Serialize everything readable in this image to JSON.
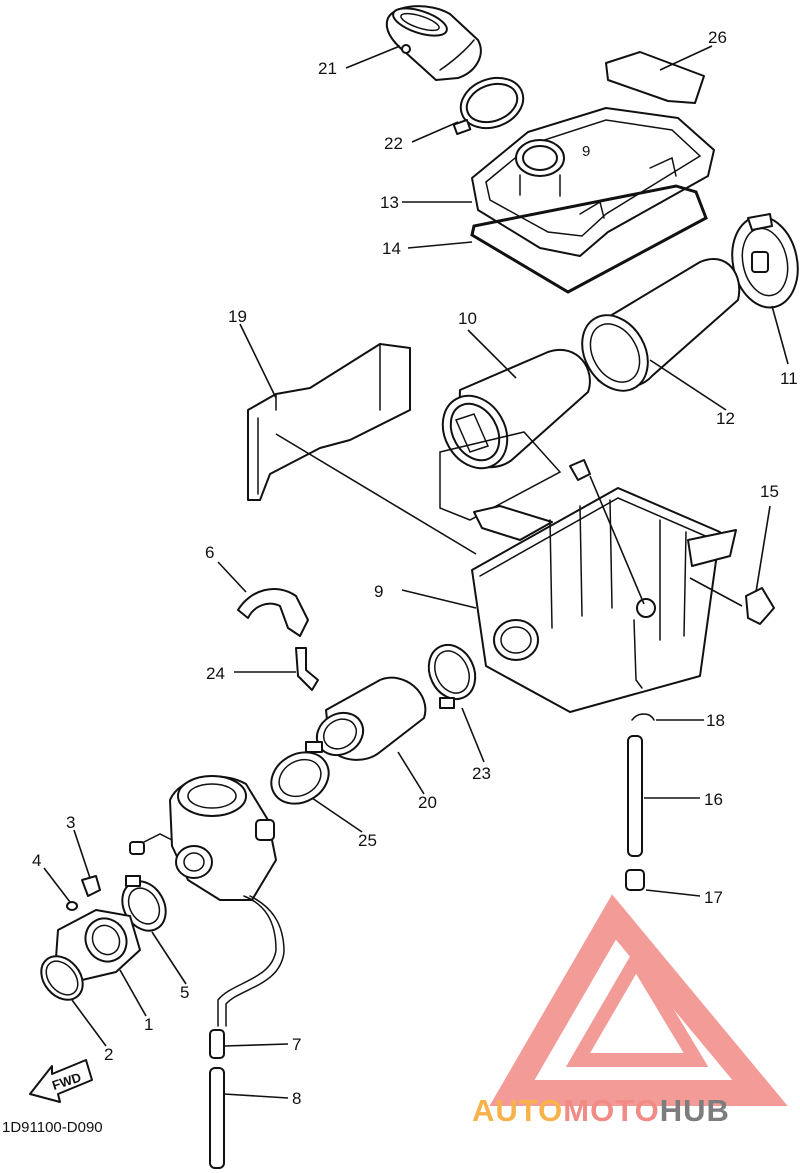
{
  "diagram": {
    "drawing_code": "1D91100-D090",
    "direction_label": "FWD",
    "callouts": [
      "1",
      "2",
      "3",
      "4",
      "5",
      "6",
      "7",
      "8",
      "9",
      "10",
      "11",
      "12",
      "13",
      "14",
      "15",
      "16",
      "17",
      "18",
      "19",
      "20",
      "21",
      "22",
      "23",
      "24",
      "25",
      "26"
    ]
  },
  "watermark": {
    "brand_part1": "AUTO",
    "brand_part2": "MOTO",
    "brand_part3": "HUB",
    "color_primary": "#f28a86",
    "color_secondary": "#f7b24c",
    "color_tertiary": "#7d7d7d"
  }
}
